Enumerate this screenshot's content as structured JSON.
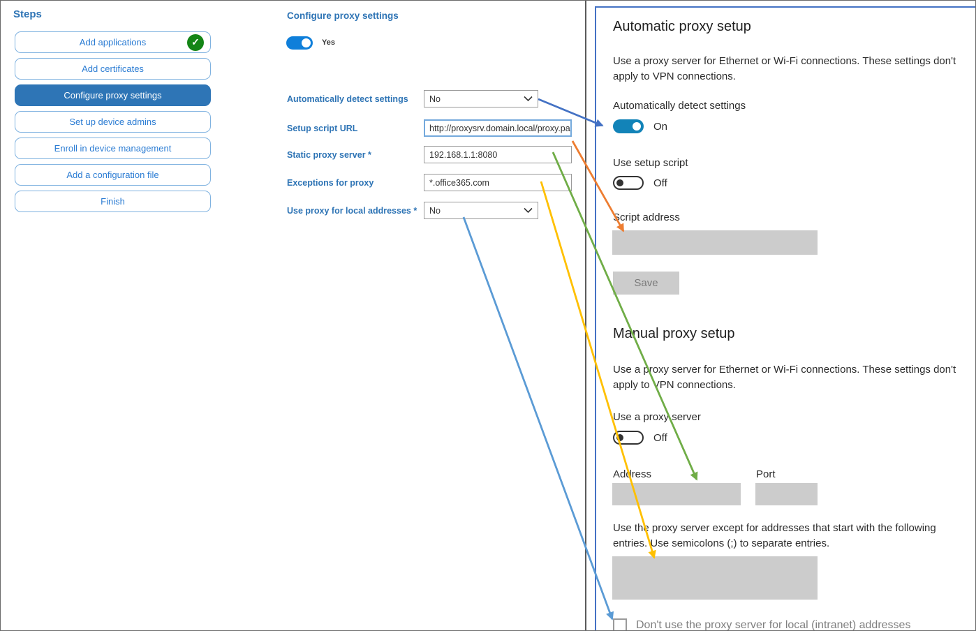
{
  "steps_panel": {
    "title": "Steps",
    "items": [
      {
        "label": "Add applications",
        "completed": true,
        "selected": false
      },
      {
        "label": "Add certificates",
        "completed": false,
        "selected": false
      },
      {
        "label": "Configure proxy settings",
        "completed": false,
        "selected": true
      },
      {
        "label": "Set up device admins",
        "completed": false,
        "selected": false
      },
      {
        "label": "Enroll in device management",
        "completed": false,
        "selected": false
      },
      {
        "label": "Add a configuration file",
        "completed": false,
        "selected": false
      },
      {
        "label": "Finish",
        "completed": false,
        "selected": false
      }
    ],
    "check_icon": "✓"
  },
  "proxy_form": {
    "title": "Configure proxy settings",
    "enabled_toggle": {
      "state": "on",
      "label": "Yes"
    },
    "fields": [
      {
        "label": "Automatically detect settings",
        "type": "select",
        "value": "No"
      },
      {
        "label": "Setup script URL",
        "type": "text",
        "value": "http://proxysrv.domain.local/proxy.pa",
        "focused": true
      },
      {
        "label": "Static proxy server *",
        "type": "text",
        "value": "192.168.1.1:8080"
      },
      {
        "label": "Exceptions for proxy",
        "type": "text",
        "value": "*.office365.com"
      },
      {
        "label": "Use proxy for local addresses *",
        "type": "select",
        "value": "No"
      }
    ]
  },
  "settings_panel": {
    "automatic": {
      "heading": "Automatic proxy setup",
      "description": "Use a proxy server for Ethernet or Wi-Fi connections. These settings don't apply to VPN connections.",
      "auto_detect_label": "Automatically detect settings",
      "auto_detect_state": "On",
      "use_setup_script_label": "Use setup script",
      "use_setup_script_state": "Off",
      "script_address_label": "Script address",
      "script_address_value": "",
      "save_button": "Save"
    },
    "manual": {
      "heading": "Manual proxy setup",
      "description": "Use a proxy server for Ethernet or Wi-Fi connections. These settings don't apply to VPN connections.",
      "use_proxy_label": "Use a proxy server",
      "use_proxy_state": "Off",
      "address_label": "Address",
      "address_value": "",
      "port_label": "Port",
      "port_value": "",
      "exceptions_description": "Use the proxy server except for addresses that start with the following entries. Use semicolons (;) to separate entries.",
      "exceptions_value": "",
      "local_checkbox_label": "Don't use the proxy server for local (intranet) addresses",
      "local_checkbox_checked": false
    }
  },
  "arrows": [
    {
      "maps": "automatically-detect-settings",
      "color": "#4472C4"
    },
    {
      "maps": "setup-script-url-to-script-address",
      "color": "#ED7D31"
    },
    {
      "maps": "static-proxy-server-to-address",
      "color": "#70AD47"
    },
    {
      "maps": "exceptions-to-exception-list",
      "color": "#FFC000"
    },
    {
      "maps": "local-addresses-to-checkbox",
      "color": "#5B9BD5"
    }
  ],
  "colors": {
    "step_selected_bg": "#2E75B6",
    "step_text": "#2B7CD3",
    "label_blue": "#2E74B5",
    "wcd_toggle_on": "#0F7FDA",
    "settings_toggle_on": "#1283B8",
    "settings_panel_border": "#4472C4",
    "completed_check_green": "#148516",
    "disabled_gray": "#CCCCCC"
  }
}
